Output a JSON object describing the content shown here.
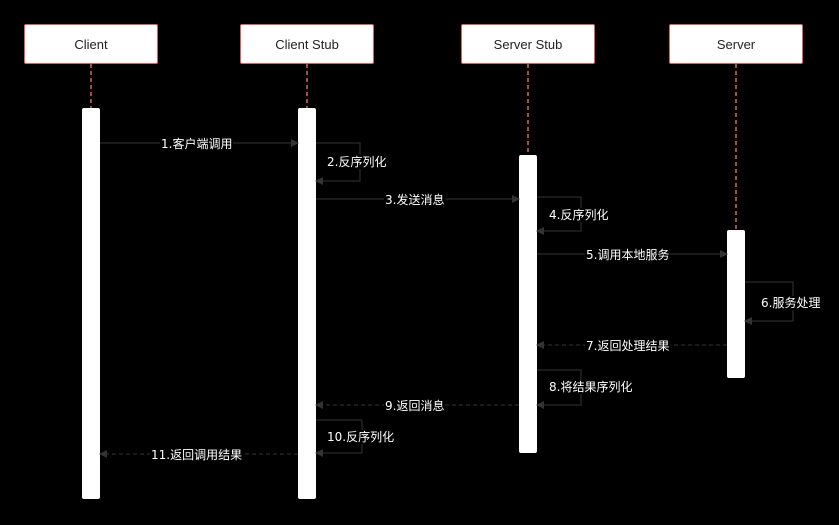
{
  "actors": {
    "client": "Client",
    "client_stub": "Client Stub",
    "server_stub": "Server Stub",
    "server": "Server"
  },
  "messages": {
    "m1": "1.客户端调用",
    "m2": "2.反序列化",
    "m3": "3.发送消息",
    "m4": "4.反序列化",
    "m5": "5.调用本地服务",
    "m6": "6.服务处理",
    "m7": "7.返回处理结果",
    "m8": "8.将结果序列化",
    "m9": "9.返回消息",
    "m10": "10.反序列化",
    "m11": "11.返回调用结果"
  },
  "colors": {
    "background": "#000000",
    "actor_border": "#e06060",
    "lifeline": "#e06060",
    "activation": "#ffffff",
    "arrow": "#333333"
  }
}
